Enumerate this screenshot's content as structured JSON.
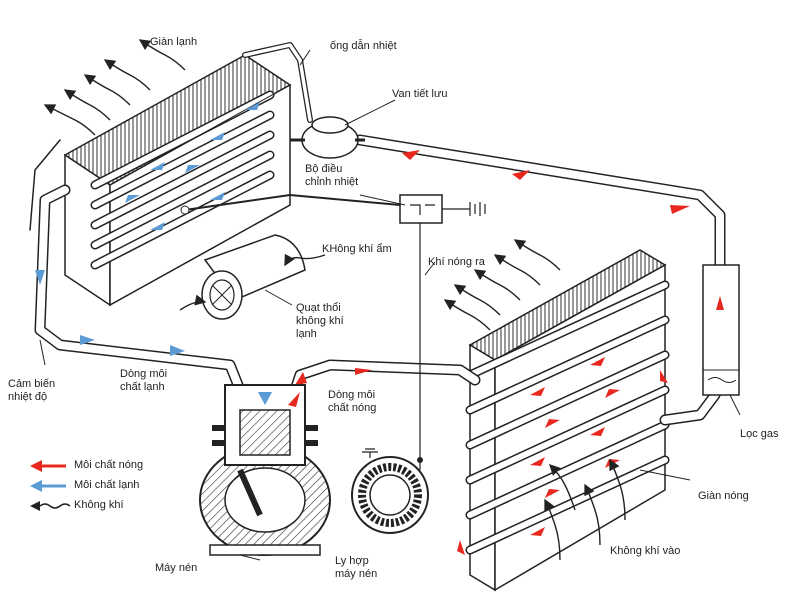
{
  "labels": {
    "evaporator": "Giàn lạnh",
    "heat_pipe": "ống dẫn nhiệt",
    "expansion_valve": "Van tiết lưu",
    "thermostat": "Bộ điều\nchỉnh nhiệt",
    "humid_air": "KHông khí ẩm",
    "blower_fan": "Quạt thổi\nkhông khí\nlạnh",
    "hot_air_out": "Khí nóng ra",
    "temp_sensor": "Cảm biến\nnhiệt độ",
    "cold_refrigerant_flow": "Dòng môi\nchất lạnh",
    "hot_refrigerant_flow": "Dòng môi\nchất nóng",
    "gas_filter": "Lọc gas",
    "condenser": "Giàn nóng",
    "air_in": "Không khí vào",
    "compressor": "Máy nén",
    "compressor_clutch": "Ly hợp\nmáy nén"
  },
  "legend": [
    {
      "label": "Môi chất nóng",
      "icon": "red-arrow-icon",
      "color": "#e8281e"
    },
    {
      "label": "Môi chất lạnh",
      "icon": "blue-arrow-icon",
      "color": "#5b9bd5"
    },
    {
      "label": "Không khí",
      "icon": "wavy-arrow-icon",
      "color": "#222222"
    }
  ],
  "colors": {
    "hot": "#e8281e",
    "cold": "#5b9bd5",
    "line": "#222222"
  }
}
